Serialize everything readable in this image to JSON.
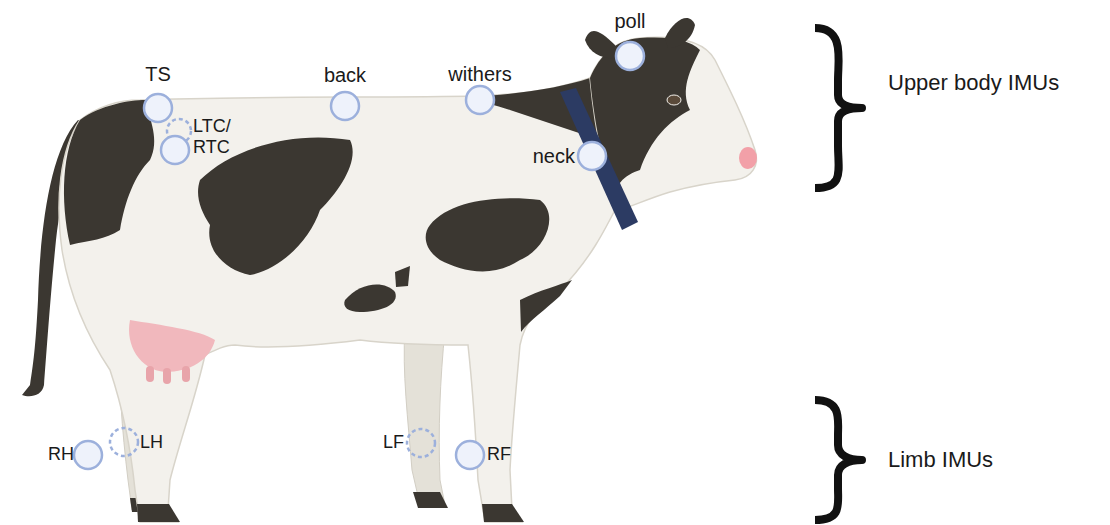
{
  "diagram": {
    "labels": [
      "poll",
      "TS",
      "back",
      "withers",
      "LTC/ RTC",
      "neck",
      "Upper body IMUs",
      "RH",
      "LH",
      "LF",
      "RF",
      "Limb IMUs"
    ]
  }
}
